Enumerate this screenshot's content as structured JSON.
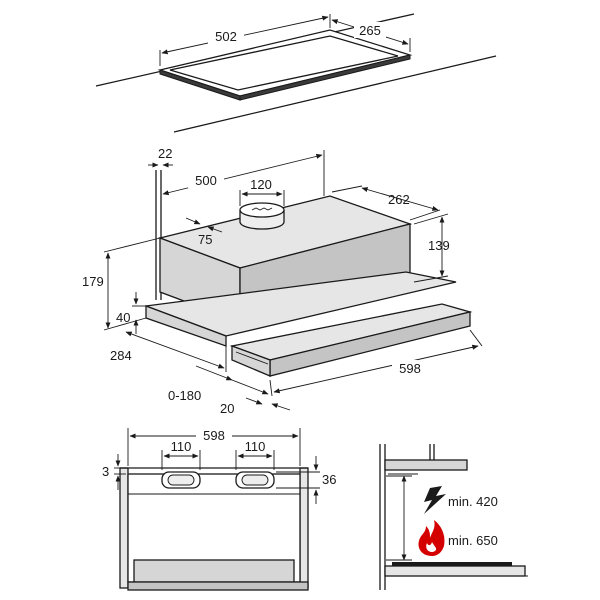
{
  "cutout": {
    "width": "502",
    "depth": "265"
  },
  "hood": {
    "dim_22": "22",
    "dim_500": "500",
    "dim_120": "120",
    "dim_262": "262",
    "dim_75": "75",
    "dim_139": "139",
    "dim_179": "179",
    "dim_40": "40",
    "dim_284": "284",
    "dim_598": "598",
    "dim_0_180": "0-180",
    "dim_20": "20"
  },
  "front": {
    "width": "598",
    "outlet_left": "110",
    "outlet_right": "110",
    "dim_3": "3",
    "dim_36": "36"
  },
  "clearance": {
    "electric": "min. 420",
    "gas": "min. 650"
  },
  "icons": {
    "electric": "lightning-icon",
    "gas": "flame-icon"
  },
  "colors": {
    "line": "#1a1a1a",
    "flame": "#d40000",
    "body": "#d6d6d6"
  }
}
